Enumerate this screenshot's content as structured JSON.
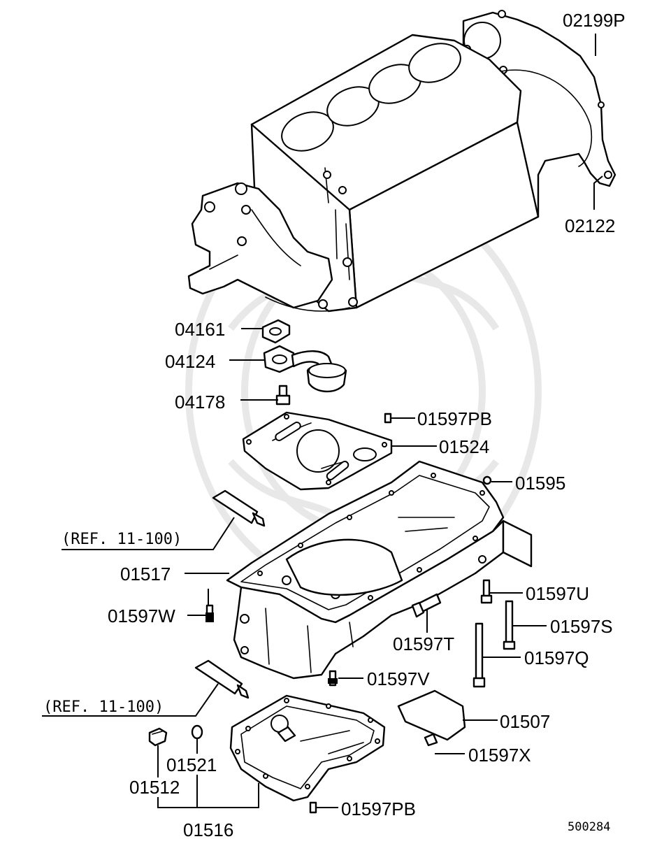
{
  "document_id": "500284",
  "references": {
    "upper_note": "(REF. 11-100)",
    "lower_note": "(REF. 11-100)"
  },
  "callouts": {
    "c02199P": "02199P",
    "c02122": "02122",
    "c04161": "04161",
    "c04124": "04124",
    "c04178": "04178",
    "c01597PB_top": "01597PB",
    "c01524": "01524",
    "c01595": "01595",
    "c01517": "01517",
    "c01597U": "01597U",
    "c01597W": "01597W",
    "c01597S": "01597S",
    "c01597T": "01597T",
    "c01597Q": "01597Q",
    "c01597V": "01597V",
    "c01507": "01507",
    "c01597X": "01597X",
    "c01521": "01521",
    "c01512": "01512",
    "c01516": "01516",
    "c01597PB_bottom": "01597PB"
  }
}
